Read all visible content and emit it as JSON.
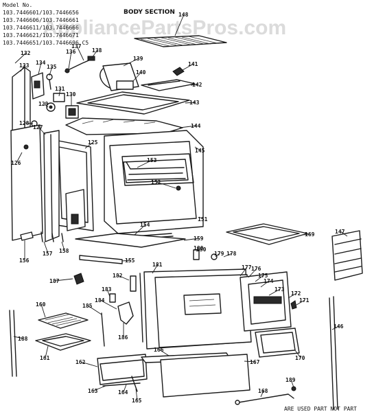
{
  "header": {
    "model_label": "Model No.",
    "model_lines": [
      "103.7446601/103.7446656",
      "103.7446606/103.7446661",
      "103.7446611/103.7446666",
      "103.7446621/103.7446671",
      "103.7446651/103.7446696 C5"
    ],
    "section_title": "BODY SECTION"
  },
  "watermark": "AppliancePartsPros.com",
  "footnote": "ARE USED PART NOT PART",
  "parts": [
    {
      "id": "p148",
      "label": "148"
    },
    {
      "id": "p132",
      "label": "132"
    },
    {
      "id": "p133",
      "label": "133"
    },
    {
      "id": "p134",
      "label": "134"
    },
    {
      "id": "p135",
      "label": "135"
    },
    {
      "id": "p136",
      "label": "136"
    },
    {
      "id": "p137",
      "label": "137"
    },
    {
      "id": "p138",
      "label": "138"
    },
    {
      "id": "p139",
      "label": "139"
    },
    {
      "id": "p140",
      "label": "140"
    },
    {
      "id": "p141",
      "label": "141"
    },
    {
      "id": "p142",
      "label": "142"
    },
    {
      "id": "p143",
      "label": "143"
    },
    {
      "id": "p144",
      "label": "144"
    },
    {
      "id": "p145",
      "label": "145"
    },
    {
      "id": "p131",
      "label": "131"
    },
    {
      "id": "p130",
      "label": "130"
    },
    {
      "id": "p129",
      "label": "129"
    },
    {
      "id": "p128",
      "label": "128"
    },
    {
      "id": "p127",
      "label": "127"
    },
    {
      "id": "p126",
      "label": "126"
    },
    {
      "id": "p125",
      "label": "125"
    },
    {
      "id": "p153",
      "label": "153"
    },
    {
      "id": "p152",
      "label": "152"
    },
    {
      "id": "p151",
      "label": "151"
    },
    {
      "id": "p154",
      "label": "154"
    },
    {
      "id": "p155",
      "label": "155"
    },
    {
      "id": "p156",
      "label": "156"
    },
    {
      "id": "p157",
      "label": "157"
    },
    {
      "id": "p158",
      "label": "158"
    },
    {
      "id": "p159",
      "label": "159"
    },
    {
      "id": "p169",
      "label": "169"
    },
    {
      "id": "p147",
      "label": "147"
    },
    {
      "id": "p150",
      "label": "150"
    },
    {
      "id": "p180",
      "label": "180"
    },
    {
      "id": "p179",
      "label": "179"
    },
    {
      "id": "p178",
      "label": "178"
    },
    {
      "id": "p177",
      "label": "177"
    },
    {
      "id": "p176",
      "label": "176"
    },
    {
      "id": "p175",
      "label": "175"
    },
    {
      "id": "p174",
      "label": "174"
    },
    {
      "id": "p173",
      "label": "173"
    },
    {
      "id": "p172",
      "label": "172"
    },
    {
      "id": "p171",
      "label": "171"
    },
    {
      "id": "p181",
      "label": "181"
    },
    {
      "id": "p182",
      "label": "182"
    },
    {
      "id": "p183",
      "label": "183"
    },
    {
      "id": "p184",
      "label": "184"
    },
    {
      "id": "p185",
      "label": "185"
    },
    {
      "id": "p186",
      "label": "186"
    },
    {
      "id": "p187",
      "label": "187"
    },
    {
      "id": "p160",
      "label": "160"
    },
    {
      "id": "p161",
      "label": "161"
    },
    {
      "id": "p146",
      "label": "146"
    },
    {
      "id": "p170",
      "label": "170"
    },
    {
      "id": "p166",
      "label": "166"
    },
    {
      "id": "p167",
      "label": "167"
    },
    {
      "id": "p162",
      "label": "162"
    },
    {
      "id": "p163",
      "label": "163"
    },
    {
      "id": "p164",
      "label": "164"
    },
    {
      "id": "p165",
      "label": "165"
    },
    {
      "id": "p168",
      "label": "168"
    },
    {
      "id": "p189",
      "label": "189"
    },
    {
      "id": "p188",
      "label": "188"
    }
  ]
}
